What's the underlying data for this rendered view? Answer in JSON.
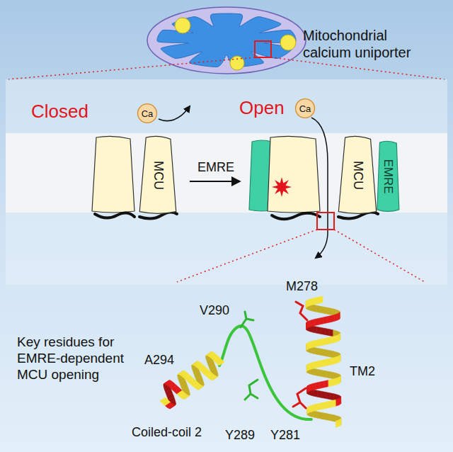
{
  "diagram": {
    "nodes": [
      {
        "text": [
          "Ca"
        ]
      },
      {
        "text": [
          "MCU"
        ]
      },
      {
        "text": [
          "Ca"
        ]
      },
      {
        "text": [
          "MCU"
        ]
      },
      {
        "text": [
          "EMRE"
        ]
      }
    ],
    "labels": [
      "Mitochondrial calcium uniporter",
      "Closed",
      "EMRE",
      "Open",
      "Key residues for EMRE-dependent MCU opening",
      "V290",
      "M278",
      "TM2",
      "A294",
      "Y289",
      "Y281",
      "Coiled-coil 2"
    ]
  }
}
